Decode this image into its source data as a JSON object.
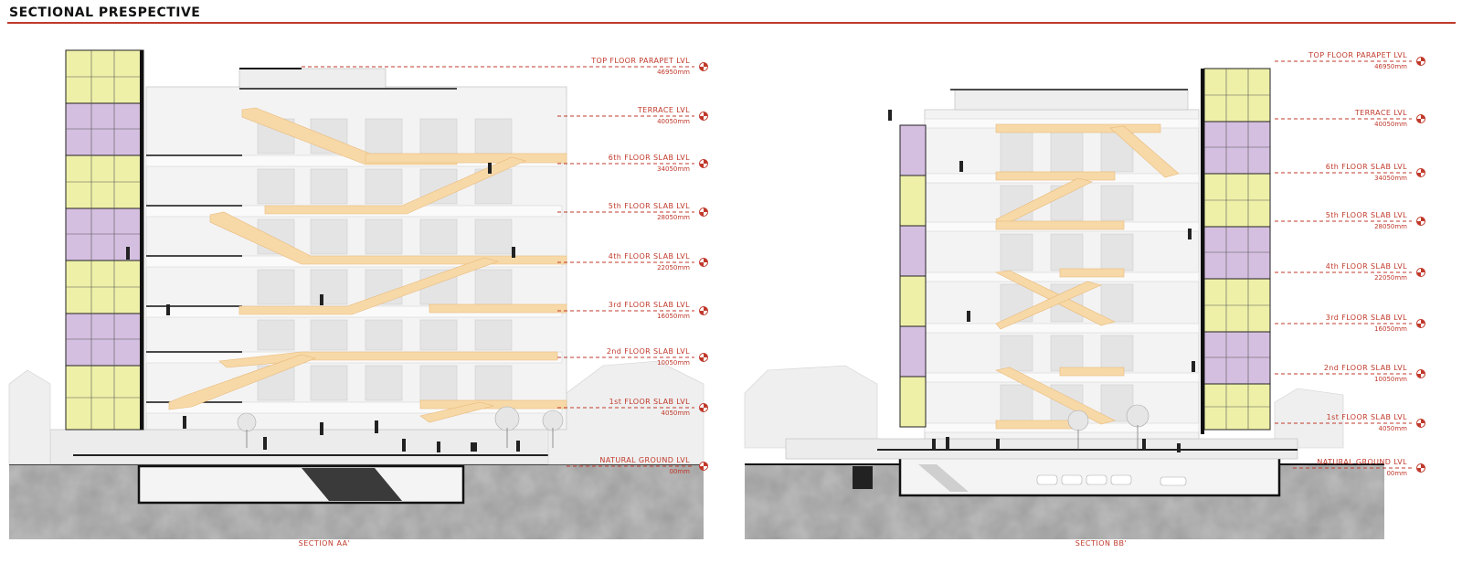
{
  "title": "SECTIONAL PRESPECTIVE",
  "colors": {
    "accent": "#c0392b",
    "yellow": "#eef0a8",
    "purple": "#d5bfe0",
    "stair": "#f7d9a8",
    "slab": "#f0f0f0",
    "ground": "#7d7d7d"
  },
  "sections": [
    {
      "caption": "SECTION AA'",
      "levels": [
        {
          "name": "TOP FLOOR PARAPET LVL",
          "value": "46950mm"
        },
        {
          "name": "TERRACE LVL",
          "value": "40050mm"
        },
        {
          "name": "6th FLOOR SLAB LVL",
          "value": "34050mm"
        },
        {
          "name": "5th FLOOR SLAB LVL",
          "value": "28050mm"
        },
        {
          "name": "4th FLOOR SLAB LVL",
          "value": "22050mm"
        },
        {
          "name": "3rd FLOOR SLAB LVL",
          "value": "16050mm"
        },
        {
          "name": "2nd FLOOR SLAB LVL",
          "value": "10050mm"
        },
        {
          "name": "1st FLOOR SLAB LVL",
          "value": "4050mm"
        },
        {
          "name": "NATURAL GROUND LVL",
          "value": "00mm"
        }
      ]
    },
    {
      "caption": "SECTION BB'",
      "levels": [
        {
          "name": "TOP FLOOR PARAPET LVL",
          "value": "46950mm"
        },
        {
          "name": "TERRACE LVL",
          "value": "40050mm"
        },
        {
          "name": "6th FLOOR SLAB LVL",
          "value": "34050mm"
        },
        {
          "name": "5th FLOOR SLAB LVL",
          "value": "28050mm"
        },
        {
          "name": "4th FLOOR SLAB LVL",
          "value": "22050mm"
        },
        {
          "name": "3rd FLOOR SLAB LVL",
          "value": "16050mm"
        },
        {
          "name": "2nd FLOOR SLAB LVL",
          "value": "10050mm"
        },
        {
          "name": "1st FLOOR SLAB LVL",
          "value": "4050mm"
        },
        {
          "name": "NATURAL GROUND LVL",
          "value": "00mm"
        }
      ]
    }
  ]
}
